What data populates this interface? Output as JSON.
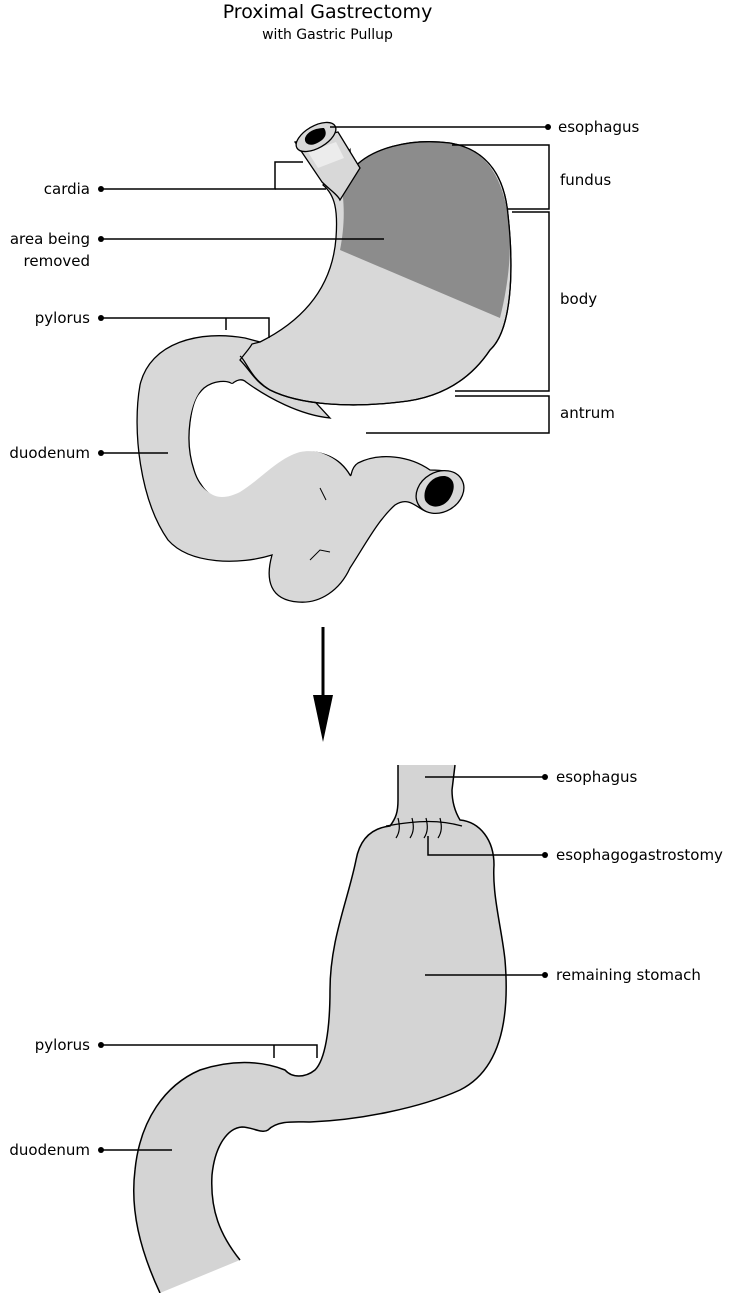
{
  "title": "Proximal Gastrectomy",
  "subtitle": "with Gastric Pullup",
  "before": {
    "labels": {
      "esophagus": "esophagus",
      "fundus": "fundus",
      "body": "body",
      "antrum": "antrum",
      "cardia": "cardia",
      "area_removed_line1": "area being",
      "area_removed_line2": "removed",
      "pylorus": "pylorus",
      "duodenum": "duodenum"
    }
  },
  "after": {
    "labels": {
      "esophagus": "esophagus",
      "esophagogastrostomy": "esophagogastrostomy",
      "remaining_stomach": "remaining stomach",
      "pylorus": "pylorus",
      "duodenum": "duodenum"
    }
  },
  "colors": {
    "tissue": "#d8d8d8",
    "removed": "#8c8c8c",
    "outline": "#000000",
    "lumen": "#000000"
  }
}
